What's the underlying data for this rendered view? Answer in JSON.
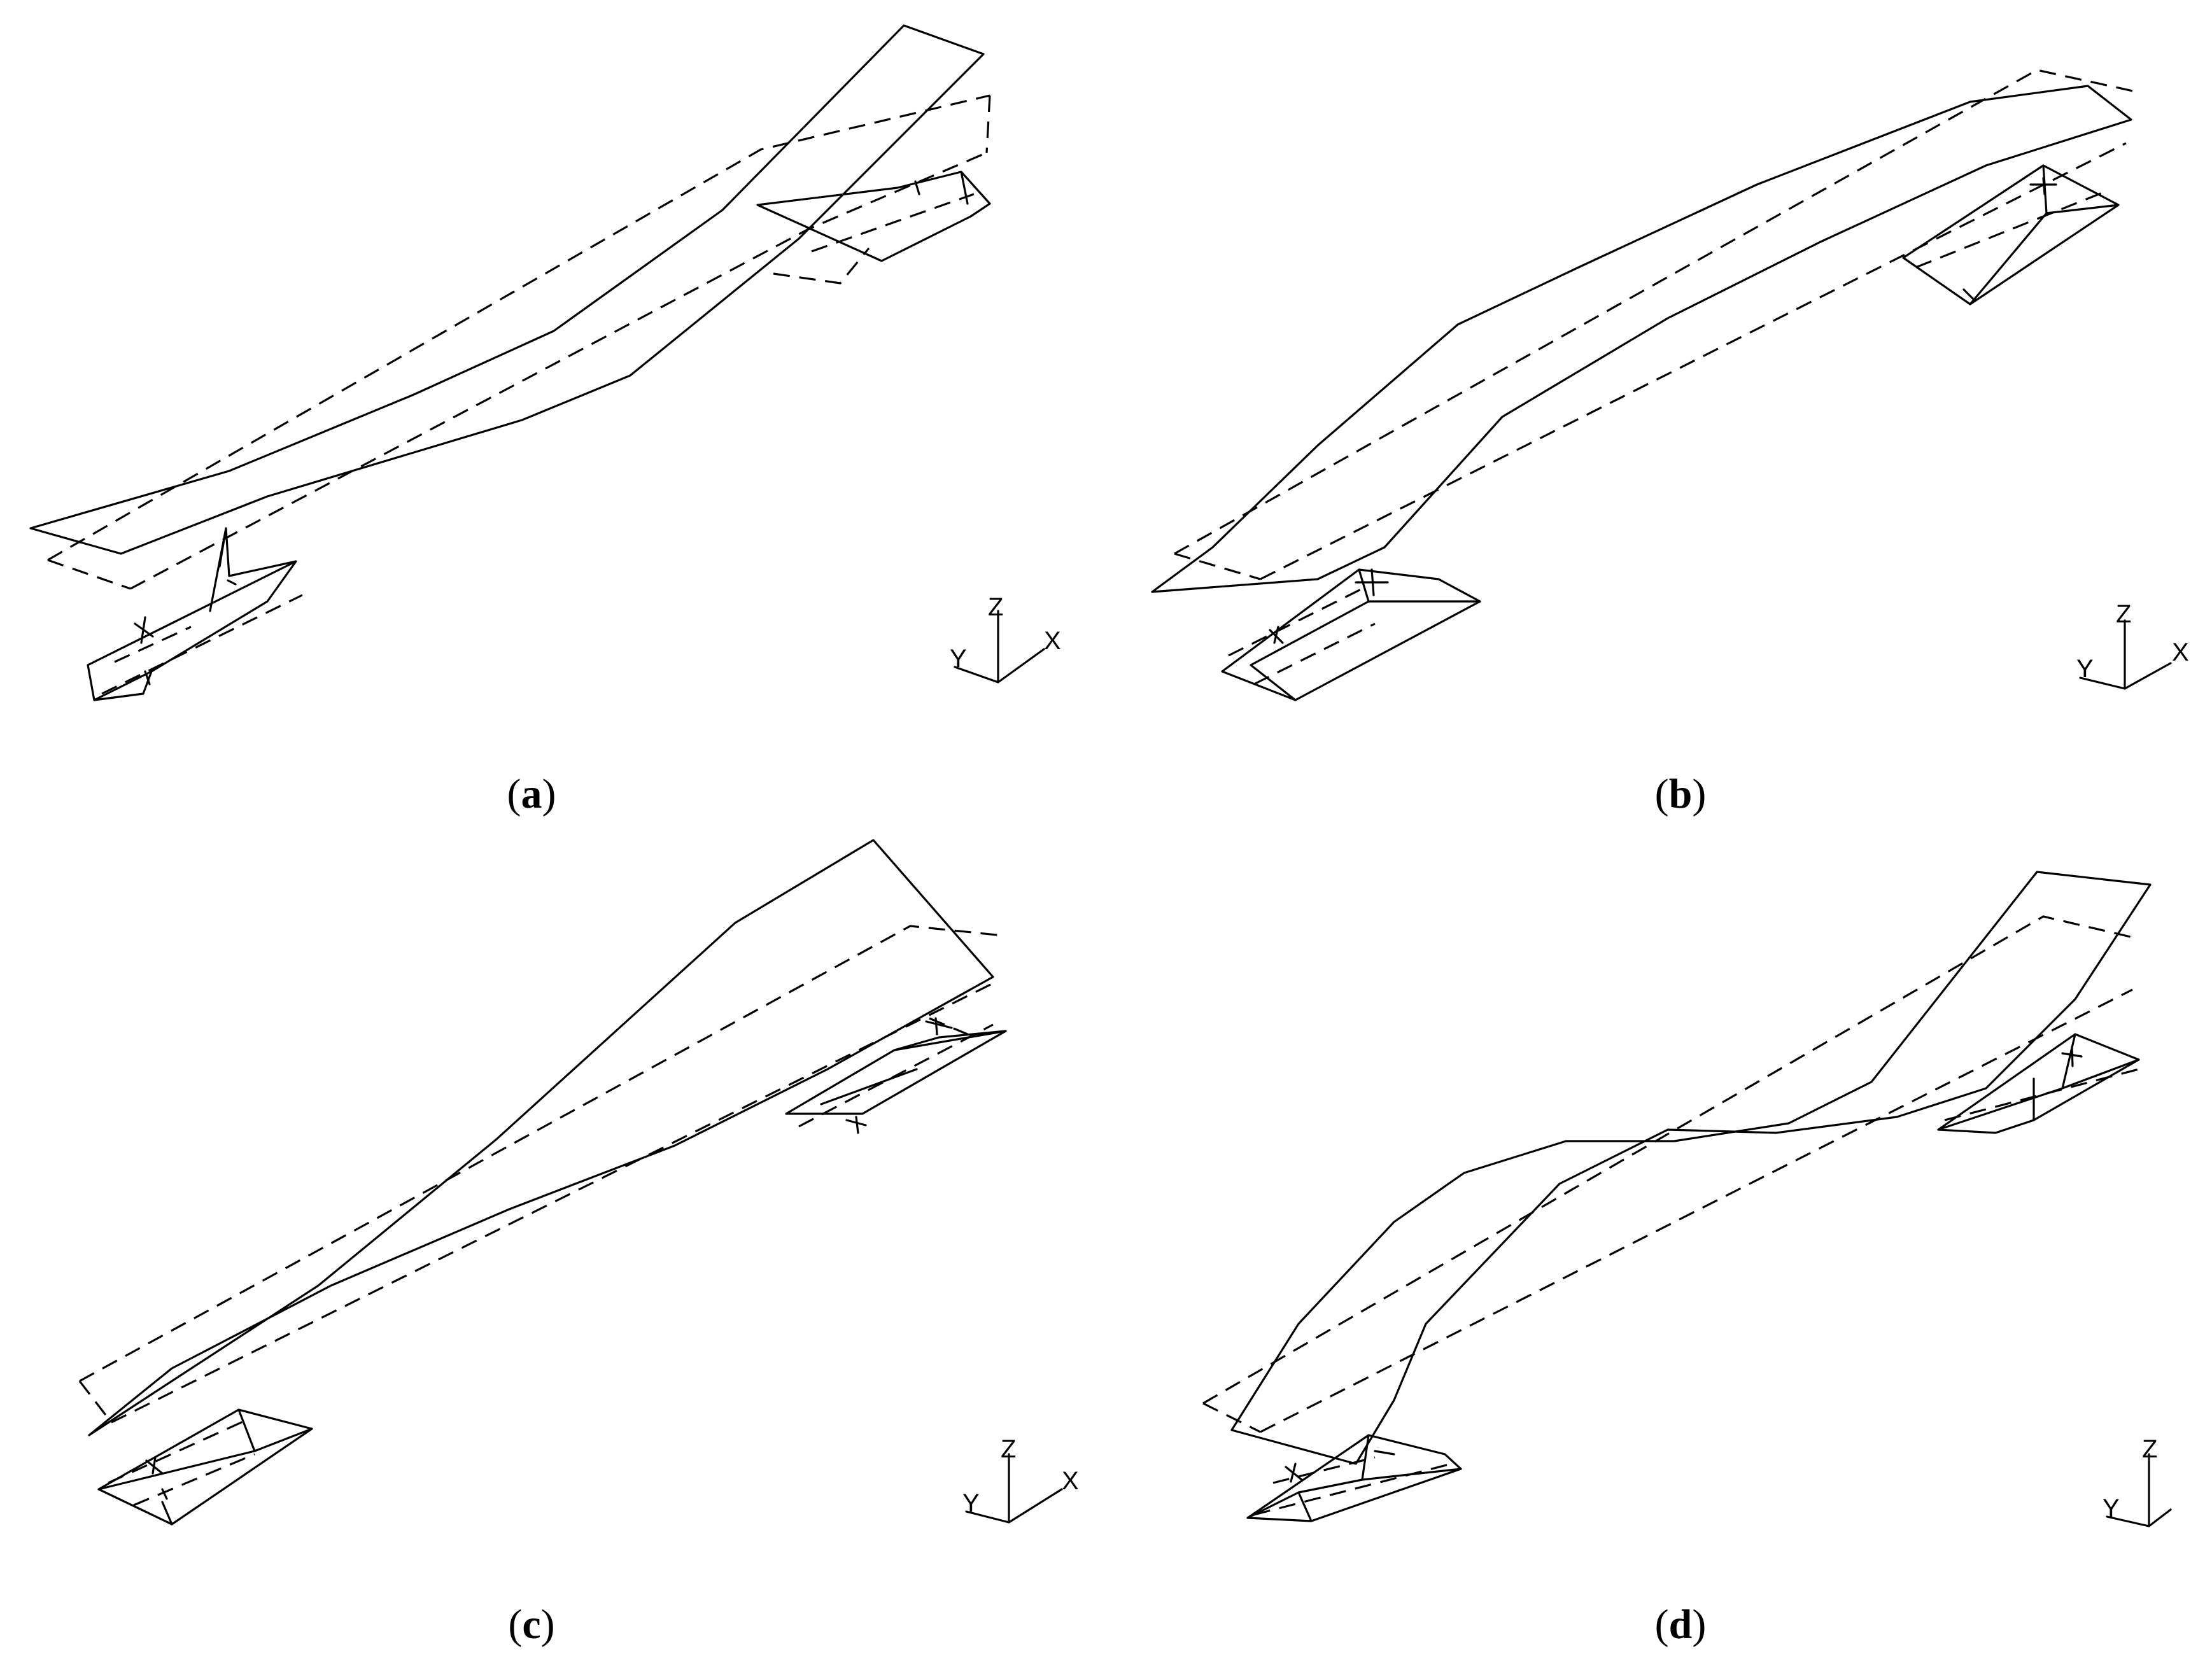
{
  "panels": [
    {
      "id": "a",
      "caption_open": "(",
      "caption_letter": "a",
      "caption_close": ")"
    },
    {
      "id": "b",
      "caption_open": "(",
      "caption_letter": "b",
      "caption_close": ")"
    },
    {
      "id": "c",
      "caption_open": "(",
      "caption_letter": "c",
      "caption_close": ")"
    },
    {
      "id": "d",
      "caption_open": "(",
      "caption_letter": "d",
      "caption_close": ")"
    }
  ],
  "axes": {
    "z": "Z",
    "y": "Y",
    "x": "X"
  }
}
